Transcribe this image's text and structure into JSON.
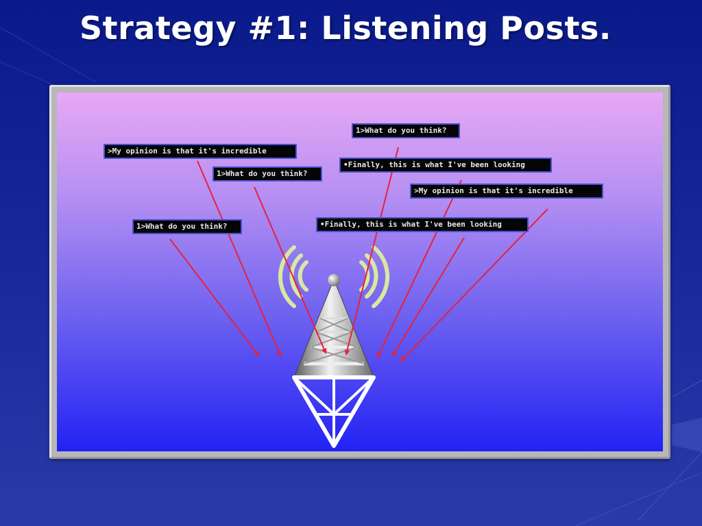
{
  "slide": {
    "title": "Strategy #1: Listening Posts."
  },
  "colors": {
    "slide_background": "#16279a",
    "frame": "#b7b7b7",
    "illustration_top": "#e8a8f4",
    "illustration_bottom": "#2222f4",
    "bubble_background": "#050505",
    "bubble_border": "#4a52d0",
    "arrow": "#e8203c",
    "signal_waves": "#d8e8a0"
  },
  "illustration": {
    "tower_icon": "radio-tower-icon",
    "messages": [
      ">My opinion is that it's incredible",
      "1>What do you think?",
      "1>What do you think?",
      "1>What do you think?",
      "•Finally, this is what I've been looking",
      ">My opinion is that it's incredible",
      "•Finally, this is what I've been looking"
    ]
  }
}
